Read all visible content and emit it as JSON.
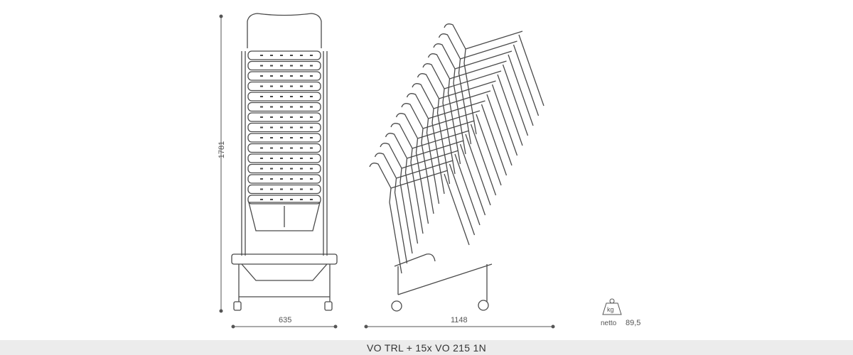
{
  "dimensions": {
    "height": "1781",
    "front_width": "635",
    "side_width": "1148"
  },
  "weight": {
    "icon": "kg-weight-icon",
    "icon_text": "kg",
    "label": "netto",
    "value": "89,5"
  },
  "footer": {
    "title": "VO TRL + 15x VO 215 1N"
  },
  "stack": {
    "chair_count": 15
  },
  "colors": {
    "line": "#4a4a4a",
    "footer_bg": "#ececec"
  }
}
